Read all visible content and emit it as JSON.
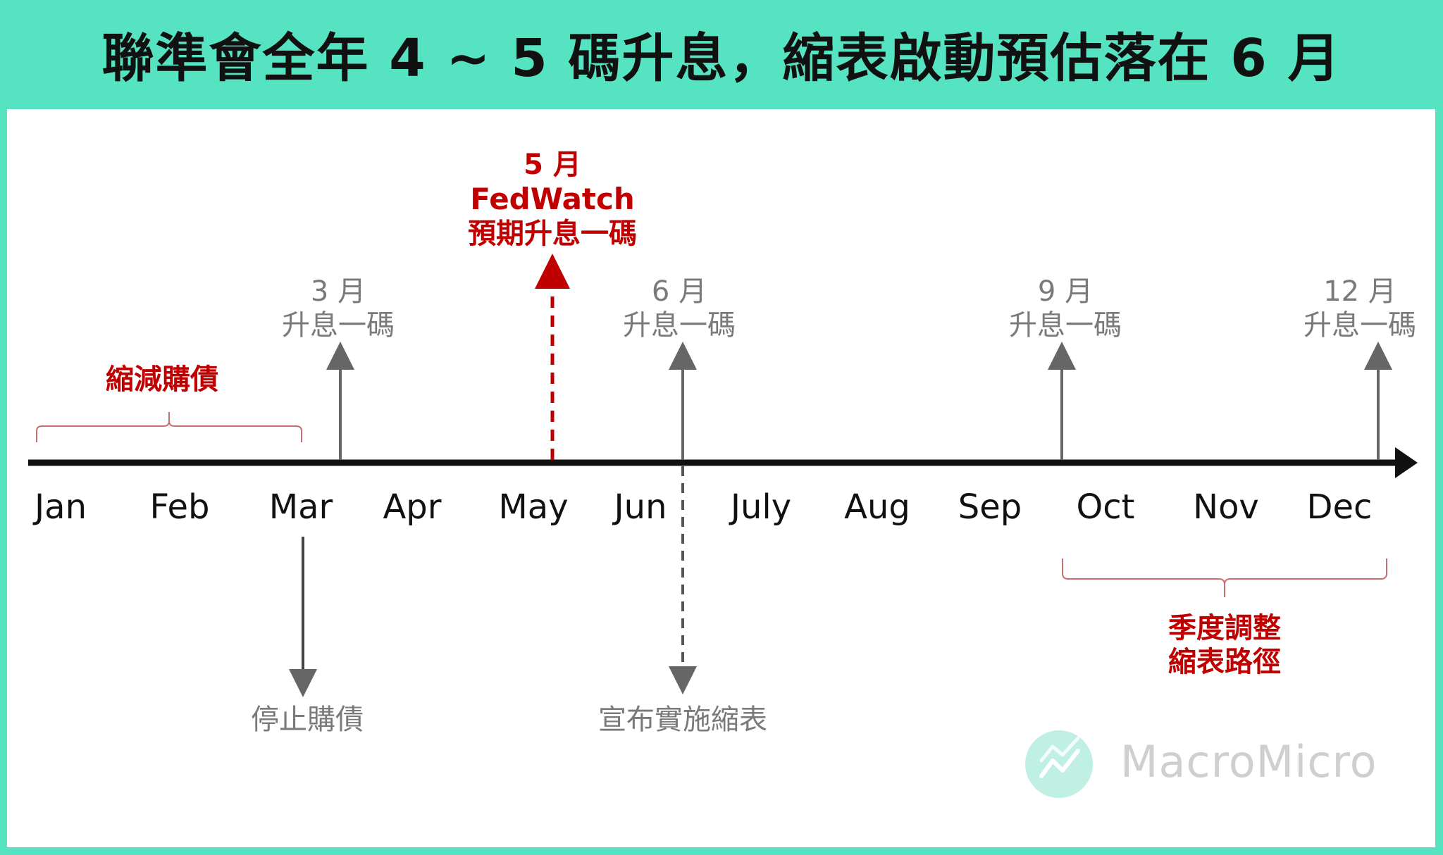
{
  "title": "聯準會全年 4 ~ 5 碼升息，縮表啟動預估落在 6 月",
  "months": [
    "Jan",
    "Feb",
    "Mar",
    "Apr",
    "May",
    "Jun",
    "July",
    "Aug",
    "Sep",
    "Oct",
    "Nov",
    "Dec"
  ],
  "events": {
    "taper": "縮減購債",
    "mar_hike": {
      "month": "3 月",
      "desc": "升息一碼"
    },
    "may_fedwatch": {
      "month": "5 月",
      "source": "FedWatch",
      "desc": "預期升息一碼"
    },
    "jun_hike": {
      "month": "6 月",
      "desc": "升息一碼"
    },
    "sep_hike": {
      "month": "9 月",
      "desc": "升息一碼"
    },
    "dec_hike": {
      "month": "12 月",
      "desc": "升息一碼"
    },
    "stop_purchase": "停止購債",
    "qt_announce": "宣布實施縮表",
    "quarterly_adjust": {
      "line1": "季度調整",
      "line2": "縮表路徑"
    }
  },
  "logo": {
    "text": "MacroMicro",
    "icon": "chart-line-icon"
  },
  "colors": {
    "banner": "#56e3c2",
    "highlight": "#c00000",
    "muted": "#7a7a7a",
    "axis": "#111111"
  }
}
